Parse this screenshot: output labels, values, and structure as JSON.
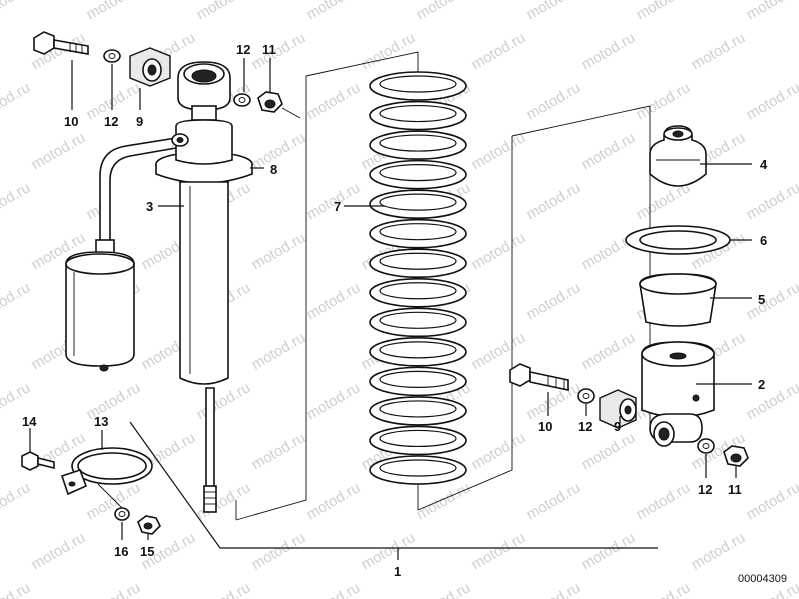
{
  "diagram": {
    "watermark_text": "motod.ru",
    "reference_number": "00004309",
    "labels": {
      "l1": "1",
      "l2": "2",
      "l3": "3",
      "l4": "4",
      "l5": "5",
      "l6": "6",
      "l7": "7",
      "l8": "8",
      "l9a": "9",
      "l9b": "9",
      "l10a": "10",
      "l10b": "10",
      "l11a": "11",
      "l11b": "11",
      "l12a": "12",
      "l12b": "12",
      "l12c": "12",
      "l12d": "12",
      "l13": "13",
      "l14": "14",
      "l15": "15",
      "l16": "16"
    }
  }
}
